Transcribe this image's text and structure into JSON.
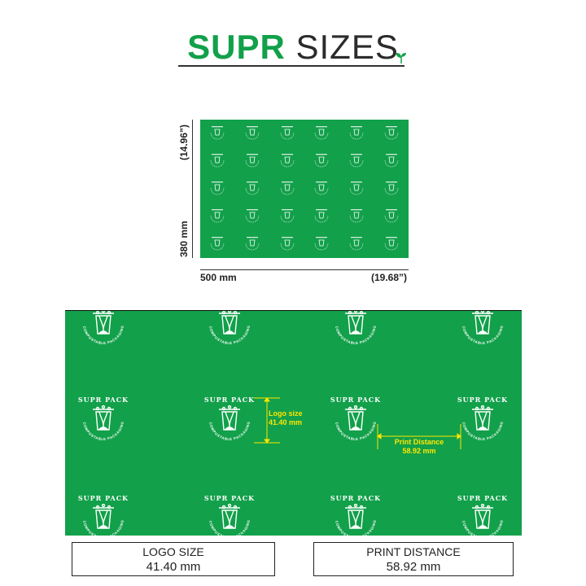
{
  "header": {
    "title_brand": "SUPR",
    "title_rest": "SIZES"
  },
  "sheet": {
    "height_in": "(14.96”)",
    "height_mm": "380 mm",
    "width_mm": "500 mm",
    "width_in": "(19.68”)",
    "color": "#12a04a"
  },
  "logo": {
    "name": "SUPR PACK",
    "tagline": "COMPOSTABLE PACKAGING"
  },
  "annotations": {
    "logo_size_label": "Logo size",
    "logo_size_value": "41.40 mm",
    "print_distance_label": "Print Distance",
    "print_distance_value": "58.92 mm",
    "color": "#ffe600"
  },
  "footer": {
    "logo_size": {
      "label": "LOGO SIZE",
      "value": "41.40 mm"
    },
    "print_distance": {
      "label": "PRINT DISTANCE",
      "value": "58.92 mm"
    }
  }
}
